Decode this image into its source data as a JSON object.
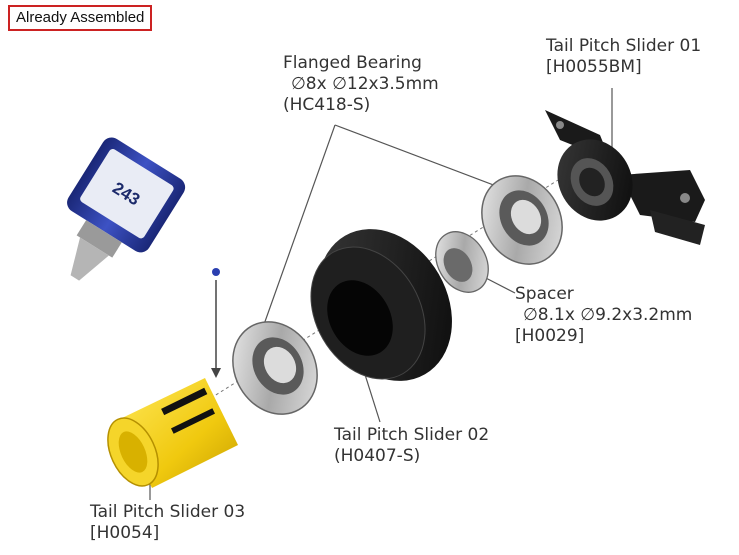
{
  "badge": {
    "label": "Already Assembled"
  },
  "bottle": {
    "text": "243",
    "color": "#2f3fa8"
  },
  "parts": {
    "flanged_bearing": {
      "name": "Flanged Bearing",
      "spec": "∅8x ∅12x3.5mm",
      "code": "(HC418-S)"
    },
    "tail_pitch_slider_01": {
      "name": "Tail Pitch Slider 01",
      "code": "[H0055BM]"
    },
    "spacer": {
      "name": "Spacer",
      "spec": "∅8.1x ∅9.2x3.2mm",
      "code": "[H0029]"
    },
    "tail_pitch_slider_02": {
      "name": "Tail Pitch Slider 02",
      "code": "(H0407-S)"
    },
    "tail_pitch_slider_03": {
      "name": "Tail Pitch Slider 03",
      "code": "[H0054]"
    }
  },
  "colors": {
    "accent_red": "#cc2222",
    "yellow_part": "#f2d21a",
    "black_part": "#151515",
    "metal": "#c9c9c9"
  }
}
